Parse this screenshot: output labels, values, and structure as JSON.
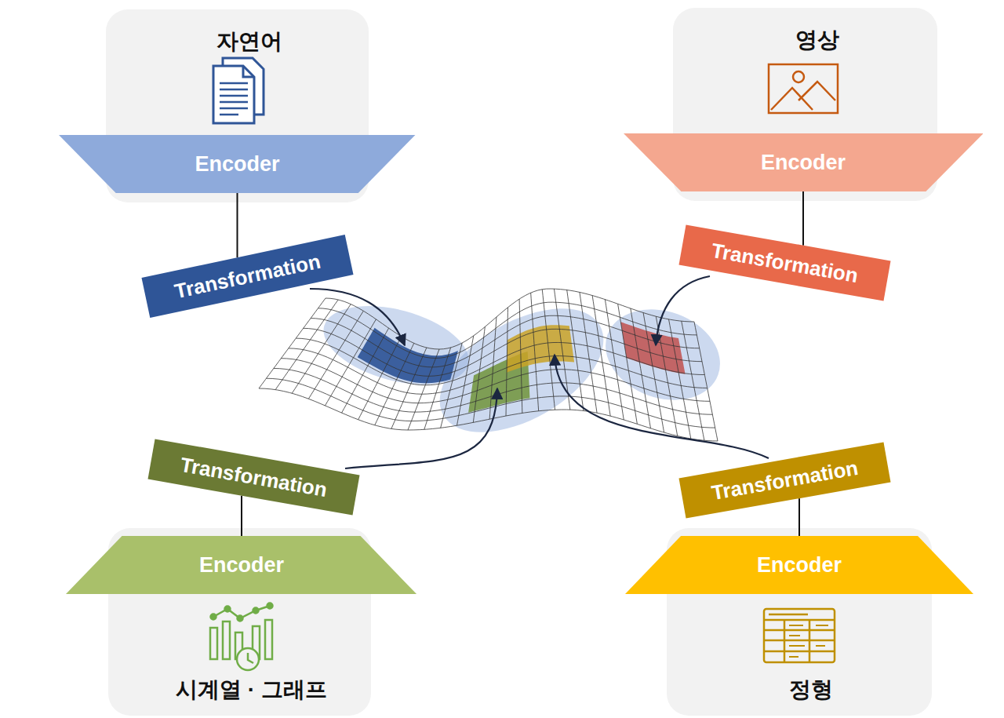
{
  "diagram": {
    "nodes": [
      {
        "text": [
          "자연어"
        ]
      },
      {
        "text": [
          "Encoder"
        ],
        "in": 0
      },
      {
        "text": [
          "영상"
        ]
      },
      {
        "text": [
          "Encoder"
        ],
        "in": 2
      },
      {
        "text": [
          "Transformation"
        ]
      },
      {
        "text": [
          "Transformation"
        ]
      },
      {
        "text": [
          "Transformation"
        ]
      },
      {
        "text": [
          "Transformation"
        ]
      },
      {
        "text": [
          "시계열 · 그래프"
        ]
      },
      {
        "text": [
          "Encoder"
        ],
        "in": 8
      },
      {
        "text": [
          "정형"
        ]
      },
      {
        "text": [
          "Encoder"
        ],
        "in": 10
      }
    ],
    "edges": [
      {
        "from": 1,
        "to": 4,
        "arrow": "none"
      },
      {
        "from": 3,
        "to": 5,
        "arrow": "none"
      },
      {
        "from": 9,
        "to": 6,
        "arrow": "none"
      },
      {
        "from": 11,
        "to": 7,
        "arrow": "none"
      }
    ]
  }
}
